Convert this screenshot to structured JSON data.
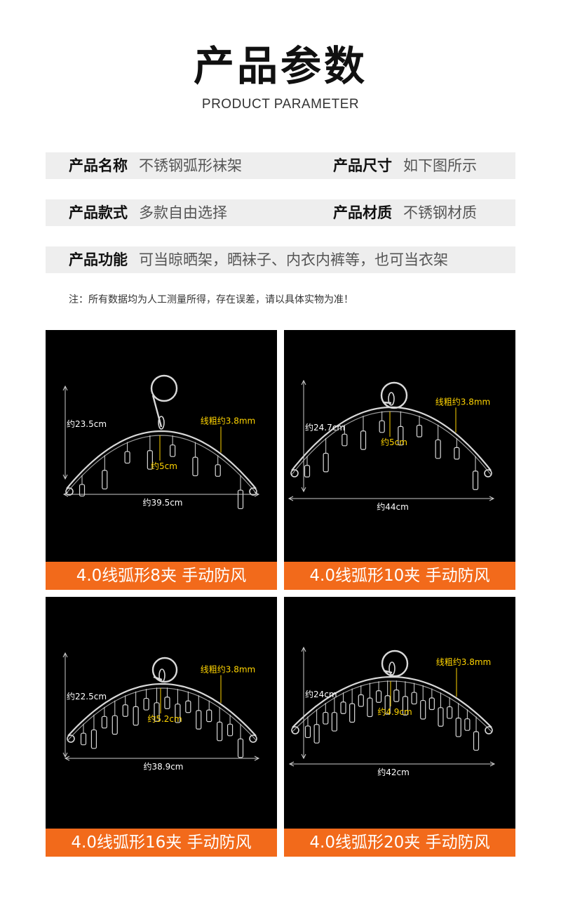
{
  "header": {
    "title": "产品参数",
    "subtitle": "PRODUCT PARAMETER"
  },
  "params": [
    {
      "label": "产品名称",
      "value": "不锈钢弧形袜架"
    },
    {
      "label": "产品尺寸",
      "value": "如下图所示"
    },
    {
      "label": "产品款式",
      "value": "多款自由选择"
    },
    {
      "label": "产品材质",
      "value": "不锈钢材质"
    },
    {
      "label": "产品功能",
      "value": "可当晾晒架，晒袜子、内衣内裤等，也可当衣架"
    }
  ],
  "note": "注：所有数据均为人工测量所得，存在误差，请以具体实物为准！",
  "colors": {
    "accent": "#f26a1b",
    "dimension_highlight": "#ffd400",
    "panel_bg": "#000000",
    "row_bg": "#eeeeee"
  },
  "products": [
    {
      "caption": "4.0线弧形8夹 手动防风",
      "clips": 8,
      "height": "约23.5cm",
      "wire": "线粗约3.8mm",
      "spacing": "约5cm",
      "width": "约39.5cm"
    },
    {
      "caption": "4.0线弧形10夹 手动防风",
      "clips": 10,
      "height": "约24.7cm",
      "wire": "线粗约3.8mm",
      "spacing": "约5cm",
      "width": "约44cm"
    },
    {
      "caption": "4.0线弧形16夹 手动防风",
      "clips": 16,
      "height": "约22.5cm",
      "wire": "线粗约3.8mm",
      "spacing": "约5.2cm",
      "width": "约38.9cm"
    },
    {
      "caption": "4.0线弧形20夹 手动防风",
      "clips": 20,
      "height": "约24cm",
      "wire": "线粗约3.8mm",
      "spacing": "约4.9cm",
      "width": "约42cm"
    }
  ]
}
